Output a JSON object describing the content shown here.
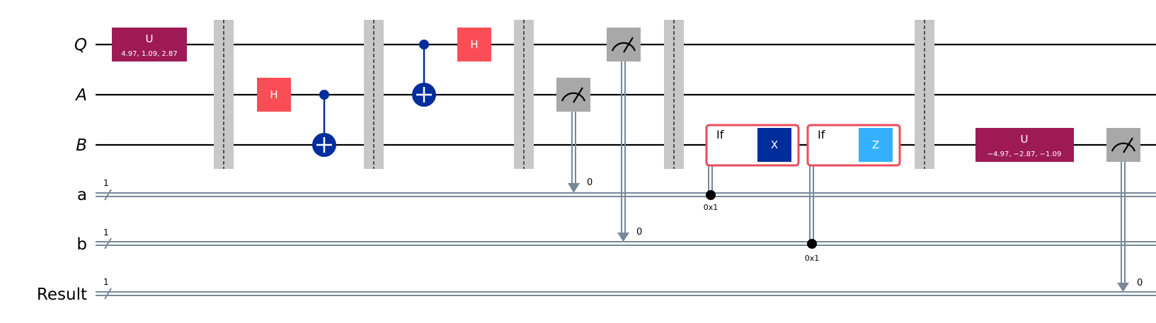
{
  "diagram": {
    "wires": {
      "q0": "Q",
      "q1": "A",
      "q2": "B",
      "c0": "a",
      "c1": "b",
      "c2": "Result"
    },
    "register_sizes": {
      "c0": "1",
      "c1": "1",
      "c2": "1"
    },
    "gates": {
      "u1": {
        "label": "U",
        "params": "4.97, 1.09, 2.87"
      },
      "h_a": {
        "label": "H"
      },
      "h_q": {
        "label": "H"
      },
      "u2": {
        "label": "U",
        "params": "−4.97, −2.87, −1.09"
      }
    },
    "measurements": {
      "m_a": "0",
      "m_q": "0",
      "m_b": "0"
    },
    "conditionals": {
      "if1": {
        "label": "If",
        "gate": "X",
        "value": "0x1"
      },
      "if2": {
        "label": "If",
        "gate": "Z",
        "value": "0x1"
      }
    },
    "colors": {
      "wire": "#000000",
      "classical_wire": "#778899",
      "u_gate": "#9e1a55",
      "h_gate": "#fa4d56",
      "cnot": "#002d9c",
      "measure": "#a8a8a8",
      "barrier": "#c8c8c8",
      "if_box": "#ea4d5c",
      "x_gate": "#002d9c",
      "z_gate": "#33b1ff"
    }
  }
}
